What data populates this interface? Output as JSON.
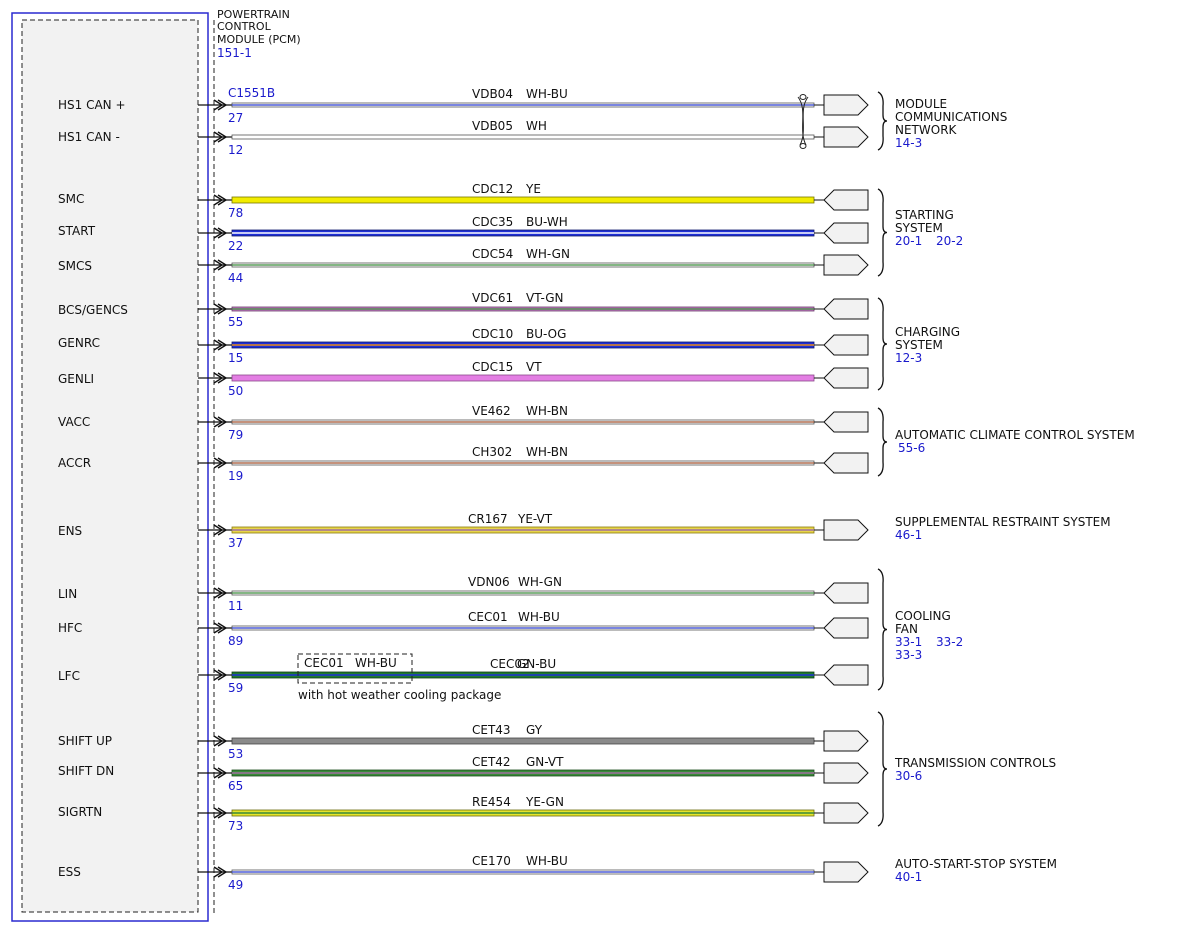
{
  "module": {
    "title_lines": [
      "POWERTRAIN",
      "CONTROL",
      "MODULE (PCM)"
    ],
    "ref": "151-1",
    "connector": "C1551B"
  },
  "circuits": [
    {
      "signal": "HS1 CAN +",
      "pin": "27",
      "circuit": "VDB04",
      "color_code": "WH-BU",
      "wire": {
        "base": "#ffffff",
        "stripe": "#2a3ccf",
        "edge": "#555555",
        "thickness": "thin"
      }
    },
    {
      "signal": "HS1 CAN -",
      "pin": "12",
      "circuit": "VDB05",
      "color_code": "WH",
      "wire": {
        "base": "#ffffff",
        "stripe": "#ffffff",
        "edge": "#555555",
        "thickness": "thin"
      }
    },
    {
      "signal": "SMC",
      "pin": "78",
      "circuit": "CDC12",
      "color_code": "YE",
      "wire": {
        "base": "#f2ec00",
        "stripe": "#f2ec00",
        "edge": "#777700",
        "thickness": "thick"
      }
    },
    {
      "signal": "START",
      "pin": "22",
      "circuit": "CDC35",
      "color_code": "BU-WH",
      "wire": {
        "base": "#1f2fd6",
        "stripe": "#ffffff",
        "edge": "#10186a",
        "thickness": "thick"
      }
    },
    {
      "signal": "SMCS",
      "pin": "44",
      "circuit": "CDC54",
      "color_code": "WH-GN",
      "wire": {
        "base": "#ffffff",
        "stripe": "#3a8a3a",
        "edge": "#555555",
        "thickness": "thin"
      }
    },
    {
      "signal": "BCS/GENCS",
      "pin": "55",
      "circuit": "VDC61",
      "color_code": "VT-GN",
      "wire": {
        "base": "#c47fc4",
        "stripe": "#3a8a3a",
        "edge": "#6a3a6a",
        "thickness": "thin"
      }
    },
    {
      "signal": "GENRC",
      "pin": "15",
      "circuit": "CDC10",
      "color_code": "BU-OG",
      "wire": {
        "base": "#1f2fd6",
        "stripe": "#e88a1a",
        "edge": "#10186a",
        "thickness": "thick"
      }
    },
    {
      "signal": "GENLI",
      "pin": "50",
      "circuit": "CDC15",
      "color_code": "VT",
      "wire": {
        "base": "#e37ee3",
        "stripe": "#e37ee3",
        "edge": "#8a4a8a",
        "thickness": "thick"
      }
    },
    {
      "signal": "VACC",
      "pin": "79",
      "circuit": "VE462",
      "color_code": "WH-BN",
      "wire": {
        "base": "#ffffff",
        "stripe": "#a0522d",
        "edge": "#555555",
        "thickness": "thin"
      }
    },
    {
      "signal": "ACCR",
      "pin": "19",
      "circuit": "CH302",
      "color_code": "WH-BN",
      "wire": {
        "base": "#ffffff",
        "stripe": "#a0522d",
        "edge": "#555555",
        "thickness": "thin"
      }
    },
    {
      "signal": "ENS",
      "pin": "37",
      "circuit": "CR167",
      "color_code": "YE-VT",
      "wire": {
        "base": "#e8d54a",
        "stripe": "#a070a0",
        "edge": "#8a7a10",
        "thickness": "thick"
      }
    },
    {
      "signal": "LIN",
      "pin": "11",
      "circuit": "VDN06",
      "color_code": "WH-GN",
      "wire": {
        "base": "#ffffff",
        "stripe": "#3a8a3a",
        "edge": "#555555",
        "thickness": "thin"
      }
    },
    {
      "signal": "HFC",
      "pin": "89",
      "circuit": "CEC01",
      "color_code": "WH-BU",
      "wire": {
        "base": "#ffffff",
        "stripe": "#2a3ccf",
        "edge": "#555555",
        "thickness": "thin"
      }
    },
    {
      "signal": "LFC",
      "pin": "59",
      "circuit": "CEC02",
      "color_code": "GN-BU",
      "wire": {
        "base": "#1f7a2f",
        "stripe": "#1f2fd6",
        "edge": "#0f3a15",
        "thickness": "thick"
      }
    },
    {
      "signal": "SHIFT UP",
      "pin": "53",
      "circuit": "CET43",
      "color_code": "GY",
      "wire": {
        "base": "#8a8a8a",
        "stripe": "#8a8a8a",
        "edge": "#444444",
        "thickness": "thick"
      }
    },
    {
      "signal": "SHIFT DN",
      "pin": "65",
      "circuit": "CET42",
      "color_code": "GN-VT",
      "wire": {
        "base": "#3a8a3a",
        "stripe": "#a070a0",
        "edge": "#1a4a1a",
        "thickness": "thick"
      }
    },
    {
      "signal": "SIGRTN",
      "pin": "73",
      "circuit": "RE454",
      "color_code": "YE-GN",
      "wire": {
        "base": "#e5e52a",
        "stripe": "#3a8a3a",
        "edge": "#6a6a10",
        "thickness": "thick"
      }
    },
    {
      "signal": "ESS",
      "pin": "49",
      "circuit": "CE170",
      "color_code": "WH-BU",
      "wire": {
        "base": "#ffffff",
        "stripe": "#2a3ccf",
        "edge": "#555555",
        "thickness": "thin"
      }
    }
  ],
  "option_note": {
    "circuit": "CEC01",
    "color_code": "WH-BU",
    "text": "with hot weather cooling package"
  },
  "systems": [
    {
      "label_lines": [
        "MODULE",
        "COMMUNICATIONS",
        "NETWORK"
      ],
      "refs": [
        [
          "14-3"
        ]
      ]
    },
    {
      "label_lines": [
        "STARTING",
        "SYSTEM"
      ],
      "refs": [
        [
          "20-1",
          "20-2"
        ]
      ]
    },
    {
      "label_lines": [
        "CHARGING",
        "SYSTEM"
      ],
      "refs": [
        [
          "12-3"
        ]
      ]
    },
    {
      "label_lines": [
        "AUTOMATIC CLIMATE CONTROL SYSTEM"
      ],
      "refs": [
        [
          "55-6"
        ]
      ]
    },
    {
      "label_lines": [
        "SUPPLEMENTAL RESTRAINT SYSTEM"
      ],
      "refs": [
        [
          "46-1"
        ]
      ]
    },
    {
      "label_lines": [
        "COOLING",
        "FAN"
      ],
      "refs": [
        [
          "33-1",
          "33-2"
        ],
        [
          "33-3"
        ]
      ]
    },
    {
      "label_lines": [
        "TRANSMISSION CONTROLS"
      ],
      "refs": [
        [
          "30-6"
        ]
      ]
    },
    {
      "label_lines": [
        "AUTO-START-STOP SYSTEM"
      ],
      "refs": [
        [
          "40-1"
        ]
      ]
    }
  ],
  "colors": {
    "reference_blue": "#1a1acc",
    "module_border": "#2a2ad0",
    "module_fill": "#f2f2f2"
  }
}
